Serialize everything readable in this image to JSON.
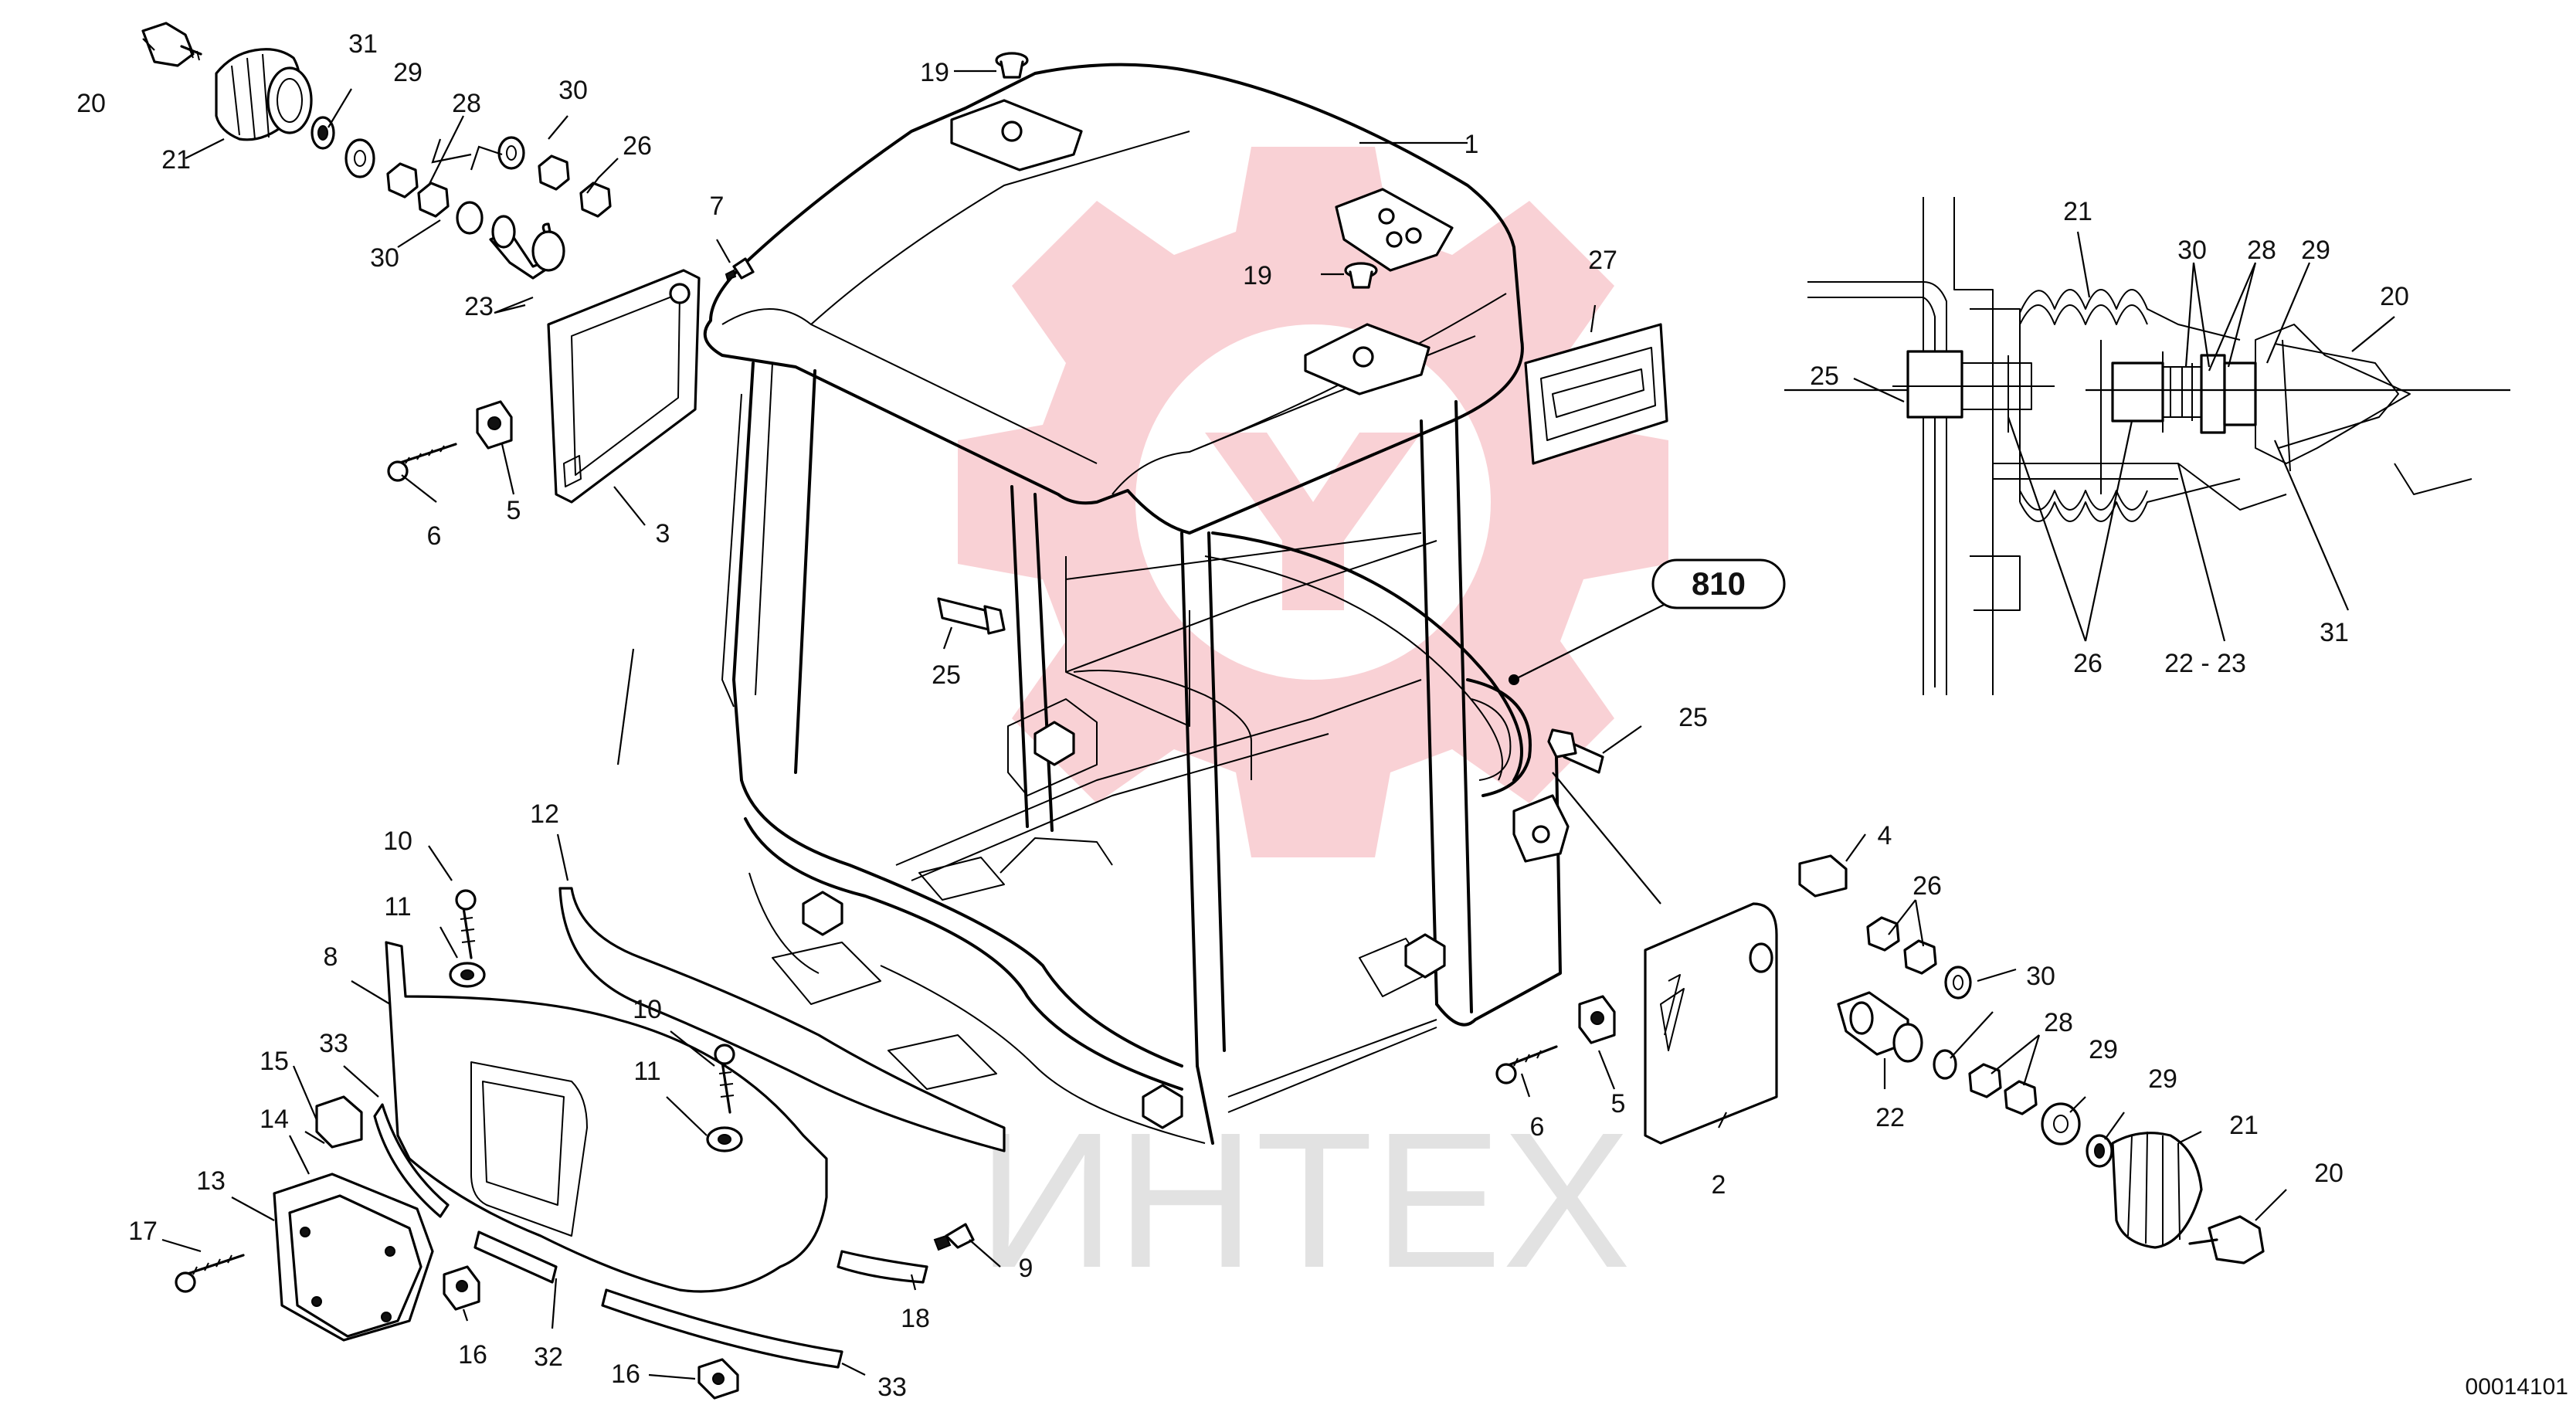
{
  "watermark": {
    "text": "ИНТЕХ",
    "gear_color": "#f7c7cc",
    "text_color": "#e3e3e3"
  },
  "group_badge": "810",
  "drawing_number": "00014101",
  "callouts": [
    {
      "id": "c1",
      "text": "1"
    },
    {
      "id": "c2",
      "text": "2"
    },
    {
      "id": "c3",
      "text": "3"
    },
    {
      "id": "c4",
      "text": "4"
    },
    {
      "id": "c5a",
      "text": "5"
    },
    {
      "id": "c5b",
      "text": "5"
    },
    {
      "id": "c6a",
      "text": "6"
    },
    {
      "id": "c6b",
      "text": "6"
    },
    {
      "id": "c7",
      "text": "7"
    },
    {
      "id": "c8",
      "text": "8"
    },
    {
      "id": "c9",
      "text": "9"
    },
    {
      "id": "c10a",
      "text": "10"
    },
    {
      "id": "c10b",
      "text": "10"
    },
    {
      "id": "c11a",
      "text": "11"
    },
    {
      "id": "c11b",
      "text": "11"
    },
    {
      "id": "c12",
      "text": "12"
    },
    {
      "id": "c13",
      "text": "13"
    },
    {
      "id": "c14",
      "text": "14"
    },
    {
      "id": "c15",
      "text": "15"
    },
    {
      "id": "c16a",
      "text": "16"
    },
    {
      "id": "c16b",
      "text": "16"
    },
    {
      "id": "c17",
      "text": "17"
    },
    {
      "id": "c18",
      "text": "18"
    },
    {
      "id": "c19a",
      "text": "19"
    },
    {
      "id": "c19b",
      "text": "19"
    },
    {
      "id": "c20a",
      "text": "20"
    },
    {
      "id": "c20b",
      "text": "20"
    },
    {
      "id": "c20c",
      "text": "20"
    },
    {
      "id": "c21a",
      "text": "21"
    },
    {
      "id": "c21b",
      "text": "21"
    },
    {
      "id": "c21c",
      "text": "21"
    },
    {
      "id": "c22",
      "text": "22"
    },
    {
      "id": "c2223",
      "text": "22 - 23"
    },
    {
      "id": "c23",
      "text": "23"
    },
    {
      "id": "c25a",
      "text": "25"
    },
    {
      "id": "c25b",
      "text": "25"
    },
    {
      "id": "c25c",
      "text": "25"
    },
    {
      "id": "c26a",
      "text": "26"
    },
    {
      "id": "c26b",
      "text": "26"
    },
    {
      "id": "c26c",
      "text": "26"
    },
    {
      "id": "c27",
      "text": "27"
    },
    {
      "id": "c28a",
      "text": "28"
    },
    {
      "id": "c28b",
      "text": "28"
    },
    {
      "id": "c28c",
      "text": "28"
    },
    {
      "id": "c29a",
      "text": "29"
    },
    {
      "id": "c29b",
      "text": "29"
    },
    {
      "id": "c29c",
      "text": "29"
    },
    {
      "id": "c29d",
      "text": "29"
    },
    {
      "id": "c30a",
      "text": "30"
    },
    {
      "id": "c30b",
      "text": "30"
    },
    {
      "id": "c30c",
      "text": "30"
    },
    {
      "id": "c30d",
      "text": "30"
    },
    {
      "id": "c31a",
      "text": "31"
    },
    {
      "id": "c31b",
      "text": "31"
    },
    {
      "id": "c32",
      "text": "32"
    },
    {
      "id": "c33a",
      "text": "33"
    },
    {
      "id": "c33b",
      "text": "33"
    }
  ]
}
